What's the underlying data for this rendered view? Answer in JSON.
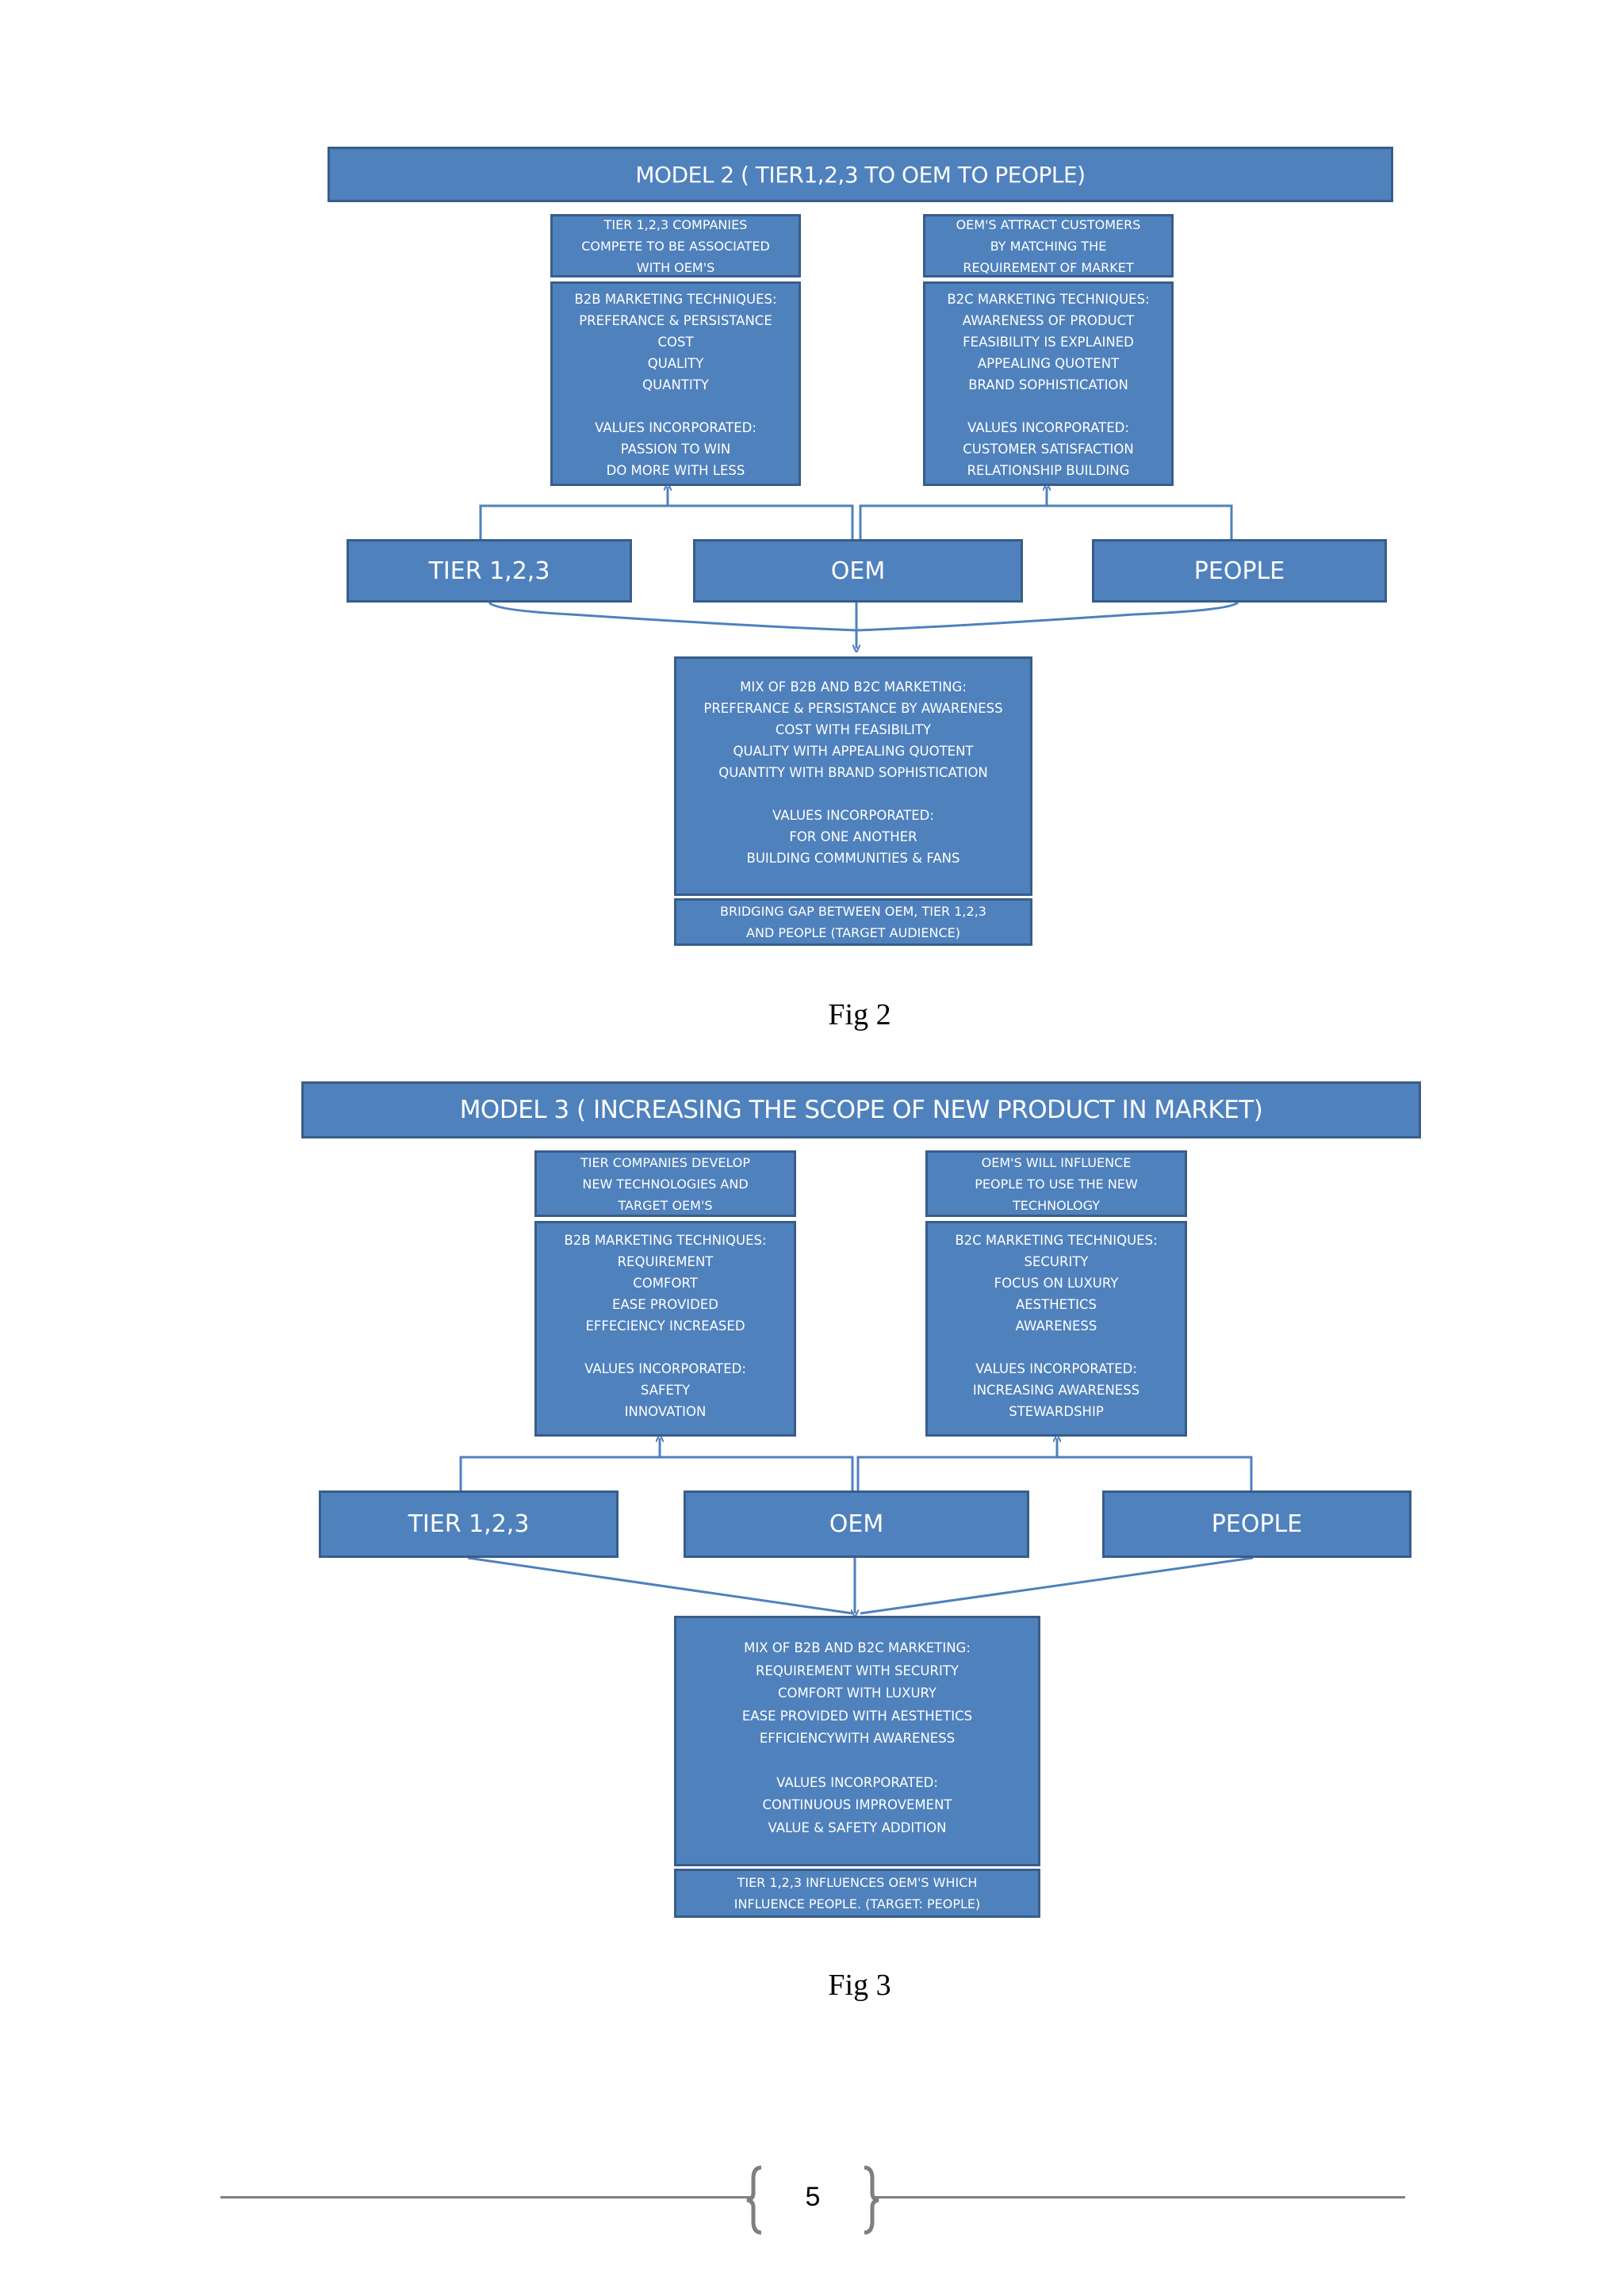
{
  "fig2": {
    "title": "MODEL 2 ( TIER1,2,3 TO OEM TO PEOPLE)",
    "left_top": [
      "TIER 1,2,3 COMPANIES",
      "COMPETE TO BE ASSOCIATED",
      "WITH OEM'S"
    ],
    "left_main": [
      "B2B MARKETING TECHNIQUES:",
      "PREFERANCE & PERSISTANCE",
      "COST",
      "QUALITY",
      "QUANTITY",
      "",
      "VALUES INCORPORATED:",
      "PASSION TO WIN",
      "DO MORE WITH LESS"
    ],
    "right_top": [
      "OEM'S ATTRACT CUSTOMERS",
      "BY MATCHING THE",
      "REQUIREMENT OF MARKET"
    ],
    "right_main": [
      "B2C MARKETING TECHNIQUES:",
      "AWARENESS OF PRODUCT",
      "FEASIBILITY IS EXPLAINED",
      "APPEALING QUOTENT",
      "BRAND SOPHISTICATION",
      "",
      "VALUES INCORPORATED:",
      "CUSTOMER SATISFACTION",
      "RELATIONSHIP BUILDING"
    ],
    "node_tier": "TIER 1,2,3",
    "node_oem": "OEM",
    "node_people": "PEOPLE",
    "bottom_main": [
      "MIX OF B2B AND B2C MARKETING:",
      "PREFERANCE & PERSISTANCE BY AWARENESS",
      "COST WITH FEASIBILITY",
      "QUALITY WITH APPEALING QUOTENT",
      "QUANTITY WITH BRAND SOPHISTICATION",
      "",
      "VALUES INCORPORATED:",
      "FOR ONE ANOTHER",
      "BUILDING COMMUNITIES & FANS"
    ],
    "bottom_foot": [
      "BRIDGING GAP BETWEEN OEM, TIER 1,2,3",
      "AND PEOPLE (TARGET AUDIENCE)"
    ],
    "caption": "Fig 2"
  },
  "fig3": {
    "title": "MODEL 3 ( INCREASING THE SCOPE OF NEW PRODUCT IN MARKET)",
    "left_top": [
      "TIER COMPANIES DEVELOP",
      "NEW TECHNOLOGIES AND",
      "TARGET OEM'S"
    ],
    "left_main": [
      "B2B MARKETING TECHNIQUES:",
      "REQUIREMENT",
      "COMFORT",
      "EASE PROVIDED",
      "EFFECIENCY INCREASED",
      "",
      "VALUES INCORPORATED:",
      "SAFETY",
      "INNOVATION"
    ],
    "right_top": [
      "OEM'S WILL INFLUENCE",
      "PEOPLE TO USE THE NEW",
      "TECHNOLOGY"
    ],
    "right_main": [
      "B2C MARKETING TECHNIQUES:",
      "SECURITY",
      "FOCUS ON LUXURY",
      "AESTHETICS",
      "AWARENESS",
      "",
      "VALUES INCORPORATED:",
      "INCREASING AWARENESS",
      "STEWARDSHIP"
    ],
    "node_tier": "TIER 1,2,3",
    "node_oem": "OEM",
    "node_people": "PEOPLE",
    "bottom_main": [
      "MIX OF B2B AND B2C MARKETING:",
      "REQUIREMENT WITH SECURITY",
      "COMFORT WITH LUXURY",
      "EASE PROVIDED WITH AESTHETICS",
      "EFFICIENCYWITH AWARENESS",
      "",
      "VALUES INCORPORATED:",
      "CONTINUOUS IMPROVEMENT",
      "VALUE & SAFETY ADDITION"
    ],
    "bottom_foot": [
      "TIER 1,2,3 INFLUENCES OEM'S WHICH",
      "INFLUENCE PEOPLE. (TARGET: PEOPLE)"
    ],
    "caption": "Fig 3"
  },
  "page_number": "5"
}
